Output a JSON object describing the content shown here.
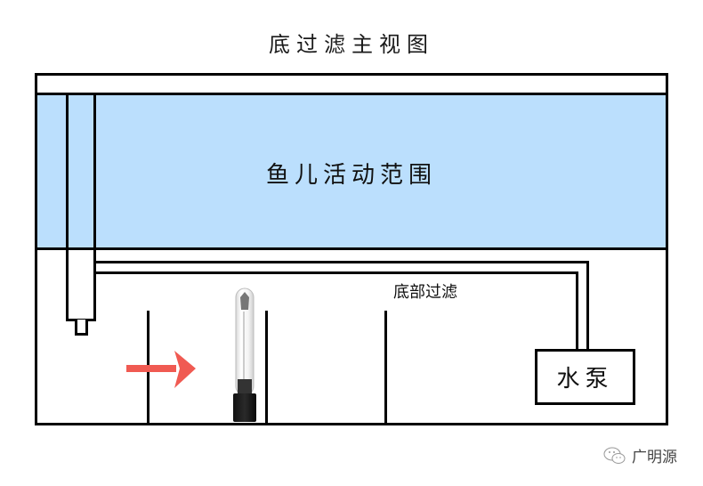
{
  "diagram": {
    "title": "底过滤主视图",
    "regions": {
      "fish_area_label": "鱼儿活动范围",
      "bottom_filter_label": "底部过滤",
      "pump_label": "水泵"
    },
    "watermark": {
      "icon": "wechat-icon",
      "text": "广明源"
    },
    "colors": {
      "water": "#bbdffd",
      "outline": "#000000",
      "arrow": "#f05a52",
      "background": "#ffffff"
    },
    "components": [
      {
        "name": "tank",
        "description": "fish tank outline"
      },
      {
        "name": "overflow-pipe",
        "description": "vertical pipe from water area into sump"
      },
      {
        "name": "return-pipe",
        "description": "pipe from pump back up to tank"
      },
      {
        "name": "uv-lamp",
        "description": "UV sterilizer lamp in first chamber"
      },
      {
        "name": "flow-arrow",
        "description": "red arrow pointing to UV lamp"
      },
      {
        "name": "sump-dividers",
        "count": 3
      }
    ]
  }
}
